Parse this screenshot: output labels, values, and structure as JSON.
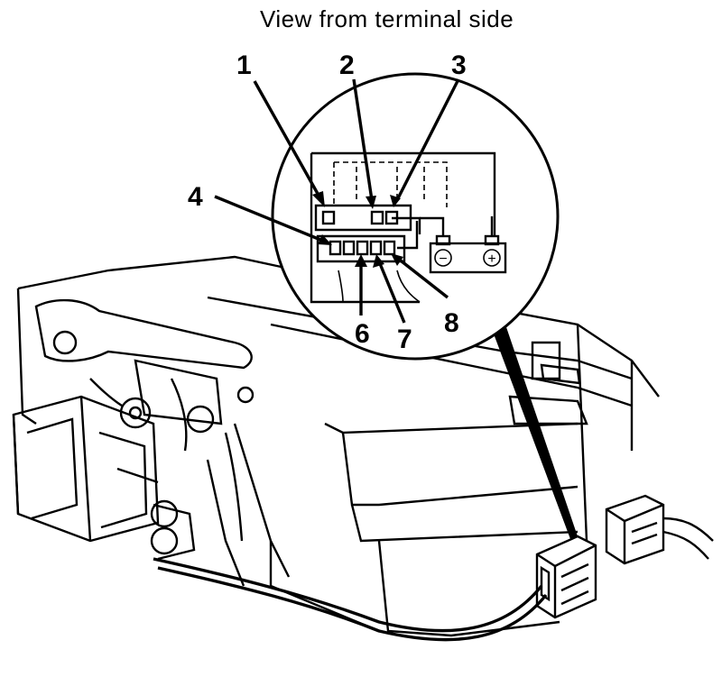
{
  "title": "View from terminal side",
  "terminals": [
    "1",
    "2",
    "3",
    "4",
    "6",
    "7",
    "8"
  ],
  "battery": {
    "negative_symbol": "−",
    "positive_symbol": "+"
  }
}
